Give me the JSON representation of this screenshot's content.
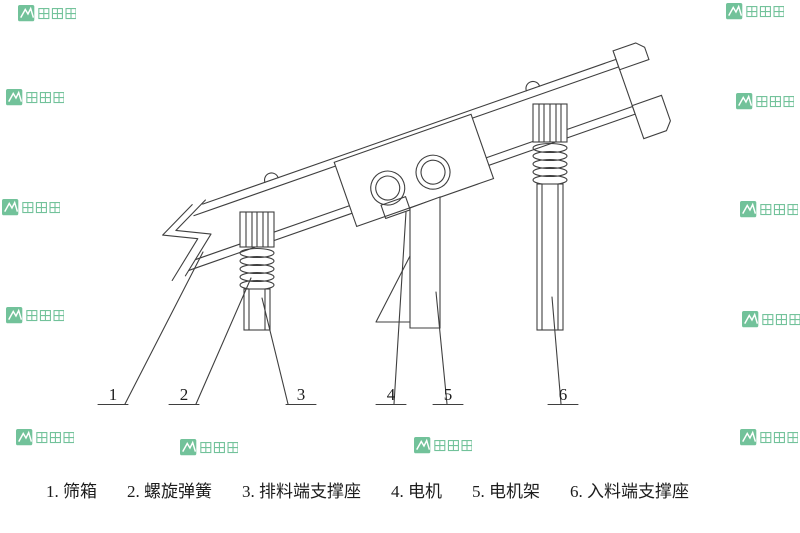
{
  "page": {
    "background": "#ffffff",
    "line_color": "#3f3f3f",
    "text_color": "#1c1c1c",
    "watermark_color": "#5fba8c"
  },
  "drawing": {
    "type": "technical-diagram",
    "subject": "inclined vibrating screen side view with numbered part callouts",
    "callout_numbers": [
      "1",
      "2",
      "3",
      "4",
      "5",
      "6"
    ]
  },
  "parts": [
    {
      "number": "1",
      "label": "筛箱",
      "caption": "1. 筛箱"
    },
    {
      "number": "2",
      "label": "螺旋弹簧",
      "caption": "2. 螺旋弹簧"
    },
    {
      "number": "3",
      "label": "排料端支撑座",
      "caption": "3. 排料端支撑座"
    },
    {
      "number": "4",
      "label": "电机",
      "caption": "4. 电机"
    },
    {
      "number": "5",
      "label": "电机架",
      "caption": "5. 电机架"
    },
    {
      "number": "6",
      "label": "入料端支撑座",
      "caption": "6. 入料端支撑座"
    }
  ]
}
